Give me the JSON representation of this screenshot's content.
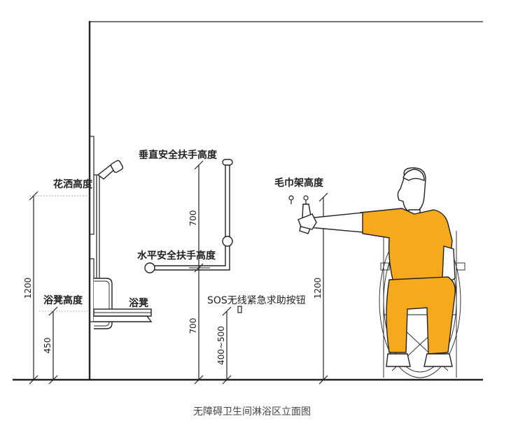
{
  "labels": {
    "shower_height": "花洒高度",
    "stool_height": "浴凳高度",
    "stool": "浴凳",
    "vertical_rail": "垂直安全扶手高度",
    "horizontal_rail": "水平安全扶手高度",
    "sos_button": "SOS无线紧急求助按钮",
    "towel_rack": "毛巾架高度"
  },
  "dimensions": {
    "shower_1200": "1200",
    "stool_450": "450",
    "rail_700_upper": "700",
    "rail_700_lower": "700",
    "sos_range": "400~500",
    "towel_1200": "1200"
  },
  "caption": "无障碍卫生间淋浴区立面图",
  "colors": {
    "figure_fill": "#F5A91C",
    "line": "#222222"
  }
}
